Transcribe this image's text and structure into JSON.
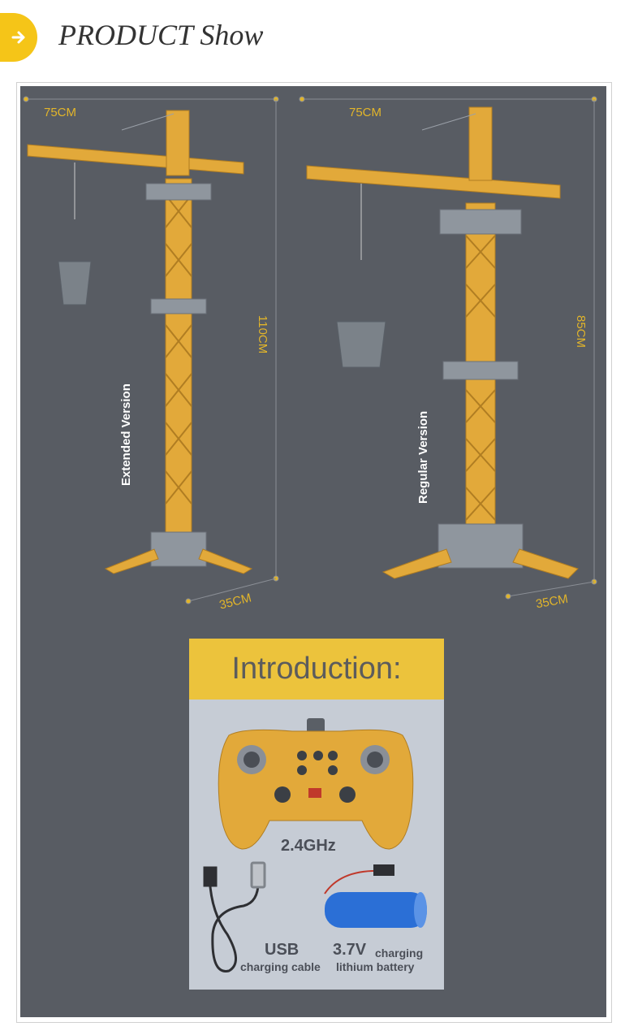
{
  "header": {
    "title": "PRODUCT Show"
  },
  "extended": {
    "width": "75CM",
    "height": "110CM",
    "depth": "35CM",
    "label": "Extended Version"
  },
  "regular": {
    "width": "75CM",
    "height": "85CM",
    "depth": "35CM",
    "label": "Regular Version"
  },
  "intro": {
    "title": "Introduction:",
    "frequency": "2.4GHz",
    "usb_main": "USB",
    "usb_sub": "charging cable",
    "battery_main": "3.7V",
    "battery_word": "charging",
    "battery_sub": "lithium battery"
  },
  "colors": {
    "accent": "#f5c518",
    "panel": "#585c63",
    "crane": "#e2a93a",
    "dims": "#e2b52a"
  }
}
